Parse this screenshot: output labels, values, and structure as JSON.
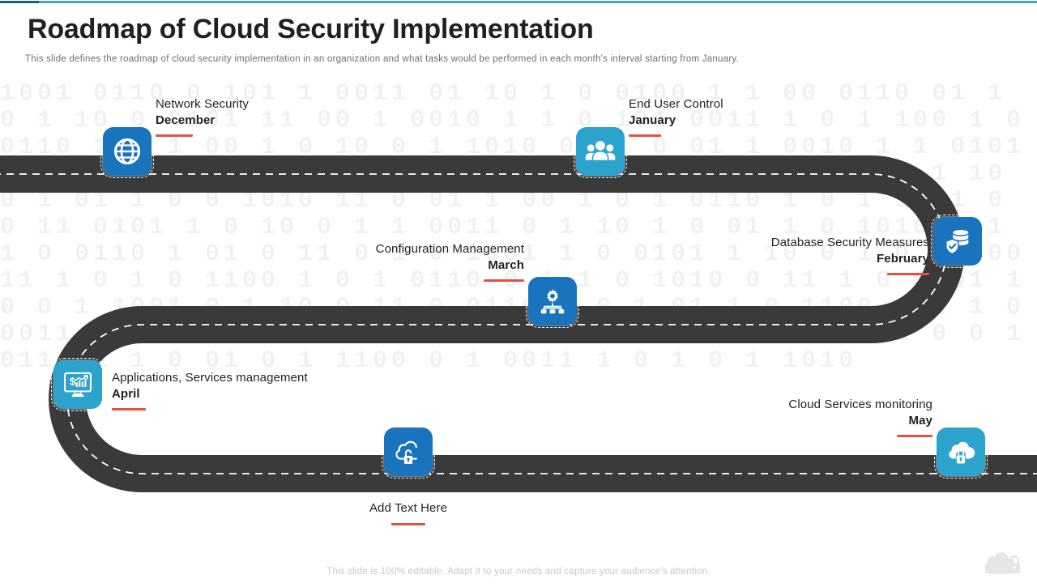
{
  "slide": {
    "title": "Roadmap of Cloud Security Implementation",
    "subtitle": "This slide defines the roadmap of cloud security implementation in an organization and what tasks would be performed  in each month's interval  starting from January.",
    "footer_note": "This slide is 100% editable. Adapt it to your needs and capture your audience's attention."
  },
  "colors": {
    "accent_dark_teal": "#1d6078",
    "accent_light_teal": "#53a0b4",
    "icon_blue": "#1a73bd",
    "icon_cyan": "#2ba3cc",
    "underline_red": "#e15241",
    "road_asphalt": "#3a3a3a",
    "text_dark": "#231f20",
    "text_muted": "#6d6e71"
  },
  "background": {
    "watermark_text": "1001 0110 0 101 1 0011 01 10 1 0 0100 1 1 00 0110 01 1 0 1 10 0 0101 11 00 1 0010 1 1 0 101 0011 1 0 1 100 1 0 0110 101 1 00 1 0 10 0 1 1010 0 11 0 01 1 0010 1 1 0101 1 00 1 10 0 1 0011 1 0 110 01 0 1 1001 0 1 0 0110 1 10 0 1 01 1 0 0 1010 11 0 01 1 00 1 0 1 0110 1 0 1 1001 0 0 11 0101 1 0 10 0 1 1 0011 0 1 10 1 0 01 1 0 1010 0 1 1 0 0110 1 01 0 11 0 1 0 1001 1 0 0101 1 10 0 1 0 11 0011 1 0 1 0 1100 1 0 1 0110 0 1 1 0 1010 0 11 1 0 0101 1 0 0 1 1001 0 1 10 0 11 0 0110 1 0 1 01 1 0 1100 0 1 1 0 0011 1 01 0 1 0 1010 1 0 11 0 0101 0 1 1 0 1 1001 0 0 1 0110 1 1 0 01 0 1 1100 0 1 0011 1 0 1 0 1 1010"
  },
  "milestones": [
    {
      "id": "december",
      "task": "Network Security",
      "month": "December",
      "icon": "globe-icon",
      "icon_color": "#1a73bd",
      "text_align": "left"
    },
    {
      "id": "january",
      "task": "End User Control",
      "month": "January",
      "icon": "users-group-icon",
      "icon_color": "#2ba3cc",
      "text_align": "left"
    },
    {
      "id": "february",
      "task": "Database Security Measures",
      "month": "February",
      "icon": "database-shield-icon",
      "icon_color": "#1a73bd",
      "text_align": "right"
    },
    {
      "id": "march",
      "task": "Configuration Management",
      "month": "March",
      "icon": "gear-hierarchy-icon",
      "icon_color": "#1a73bd",
      "text_align": "right"
    },
    {
      "id": "april",
      "task": "Applications, Services management",
      "month": "April",
      "icon": "monitor-chart-dollar-icon",
      "icon_color": "#2ba3cc",
      "text_align": "left"
    },
    {
      "id": "may",
      "task": "Cloud Services monitoring",
      "month": "May",
      "icon": "cloud-lock-icon",
      "icon_color": "#2ba3cc",
      "text_align": "right"
    },
    {
      "id": "placeholder",
      "task": "Add Text Here",
      "month": "",
      "icon": "cloud-unlock-icon",
      "icon_color": "#1a73bd",
      "text_align": "center"
    }
  ]
}
